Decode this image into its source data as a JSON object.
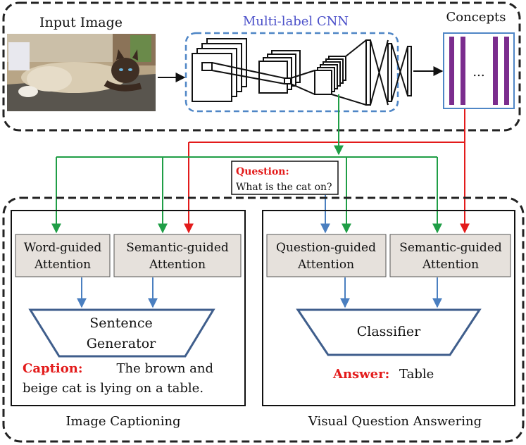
{
  "top": {
    "input_image_label": "Input Image",
    "cnn_label": "Multi-label CNN",
    "concepts_label": "Concepts",
    "concepts_ellipsis": "..."
  },
  "question": {
    "label": "Question:",
    "text": "What is the cat on?"
  },
  "captioning": {
    "word_attention": [
      "Word-guided",
      "Attention"
    ],
    "semantic_attention": [
      "Semantic-guided",
      "Attention"
    ],
    "generator": [
      "Sentence",
      "Generator"
    ],
    "caption_label": "Caption:",
    "caption_text_line1": "The brown and",
    "caption_text_line2": "beige cat is lying on a table.",
    "title": "Image Captioning"
  },
  "vqa": {
    "question_attention": [
      "Question-guided",
      "Attention"
    ],
    "semantic_attention": [
      "Semantic-guided",
      "Attention"
    ],
    "classifier": "Classifier",
    "answer_label": "Answer:",
    "answer_text": "Table",
    "title": "Visual Question Answering"
  },
  "colors": {
    "green": "#1f9e46",
    "red": "#e31b1b",
    "blue_arrow": "#4a7fc0",
    "purple": "#7b2d8e",
    "box_fill": "#e6e1dc"
  }
}
